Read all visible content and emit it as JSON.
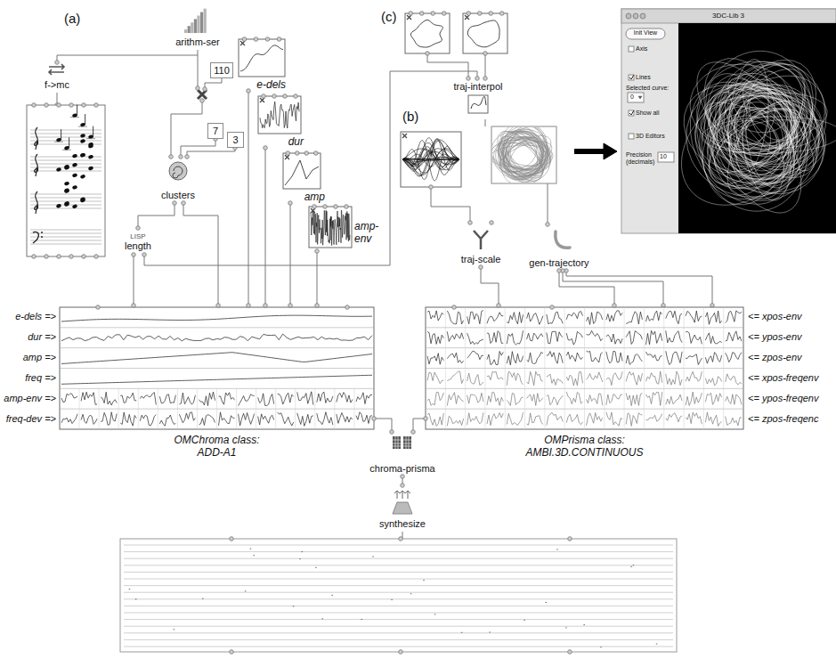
{
  "diagram": {
    "nodes": [
      {
        "text": [
          "arithm-ser"
        ]
      },
      {
        "text": [
          "110"
        ]
      },
      {
        "text": [
          "f->mc"
        ]
      },
      {
        "text": [
          "7"
        ]
      },
      {
        "text": [
          "3"
        ]
      },
      {
        "text": [
          "clusters"
        ]
      },
      {
        "text": [
          "LISP",
          "length"
        ]
      },
      {
        "text": [
          "e-dels"
        ]
      },
      {
        "text": [
          "dur"
        ]
      },
      {
        "text": [
          "amp"
        ]
      },
      {
        "text": [
          "amp- env"
        ]
      },
      {
        "text": [
          "traj-interpol"
        ]
      },
      {
        "text": [
          "traj-scale"
        ]
      },
      {
        "text": [
          "gen-trajectory"
        ]
      },
      {
        "text": [
          "3DC-Lib 3",
          "Init View",
          "Axis",
          "Lines",
          "Selected curve:",
          "0",
          "Show all",
          "3D Editors",
          "Precision (decimals)",
          "10"
        ]
      },
      {
        "text": [
          "OMChroma class: ADD-A1"
        ]
      },
      {
        "text": [
          "OMPrisma class: AMBI.3D.CONTINUOUS"
        ]
      },
      {
        "text": [
          "chroma-prisma"
        ]
      },
      {
        "text": [
          "synthesize"
        ]
      }
    ],
    "edges": [
      {
        "from": 3,
        "to": 5,
        "arrow": "none"
      },
      {
        "from": 4,
        "to": 5,
        "arrow": "none"
      },
      {
        "from": 5,
        "to": 6,
        "arrow": "none"
      },
      {
        "from": 5,
        "to": 15,
        "arrow": "none"
      },
      {
        "from": 6,
        "to": 15,
        "arrow": "none"
      },
      {
        "from": 6,
        "to": 11,
        "arrow": "none"
      },
      {
        "from": 7,
        "to": 15,
        "arrow": "none"
      },
      {
        "from": 8,
        "to": 15,
        "arrow": "none"
      },
      {
        "from": 9,
        "to": 15,
        "arrow": "none"
      },
      {
        "from": 10,
        "to": 15,
        "arrow": "none"
      },
      {
        "from": 12,
        "to": 16,
        "arrow": "none"
      },
      {
        "from": 13,
        "to": 16,
        "arrow": "none"
      },
      {
        "from": 15,
        "to": 17,
        "arrow": "none"
      },
      {
        "from": 16,
        "to": 17,
        "arrow": "none"
      },
      {
        "from": 17,
        "to": 18,
        "arrow": "none"
      }
    ],
    "labels": [
      "(a)",
      "(b)",
      "(c)",
      "e-dels =>",
      "dur =>",
      "amp =>",
      "freq =>",
      "amp-env =>",
      "freq-dev =>",
      "<= xpos-env",
      "<= ypos-env",
      "<= zpos-env",
      "<= xpos-freqenv",
      "<= ypos-freqenv",
      "<= zpos-freqenc"
    ]
  }
}
